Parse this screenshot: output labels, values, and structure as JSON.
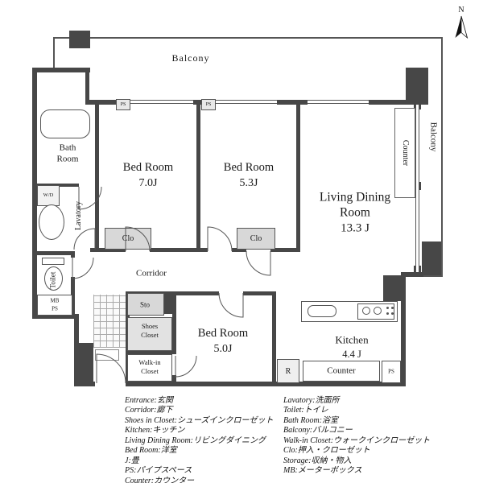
{
  "compass": {
    "label": "N"
  },
  "plan": {
    "balcony_top": "Balcony",
    "balcony_right": "Balcony",
    "counter_right": "Counter",
    "counter_bottom": "Counter",
    "bath_room": {
      "line1": "Bath",
      "line2": "Room"
    },
    "wd": "W/D",
    "lavatory": "Lavatory",
    "toilet": "Toilet",
    "mb": "MB",
    "ps_shaft": "PS",
    "ps_top1": "PS",
    "ps_top2": "PS",
    "ps_bottom": "PS",
    "bedroom1": {
      "name": "Bed Room",
      "size": "7.0J"
    },
    "bedroom2": {
      "name": "Bed Room",
      "size": "5.3J"
    },
    "bedroom3": {
      "name": "Bed Room",
      "size": "5.0J"
    },
    "living": {
      "line1": "Living Dining",
      "line2": "Room",
      "size": "13.3 J"
    },
    "kitchen": {
      "name": "Kitchen",
      "size": "4.4 J"
    },
    "clo1": "Clo",
    "clo2": "Clo",
    "corridor": "Corridor",
    "sto": "Sto",
    "shoes_closet": {
      "line1": "Shoes",
      "line2": "Closet"
    },
    "walkin_closet": {
      "line1": "Walk-in",
      "line2": "Closet"
    },
    "fridge": "R"
  },
  "legend": {
    "left": [
      "Entrance:玄関",
      "Corridor:廊下",
      "Shoes in Closet:シューズインクローゼット",
      "Kitchen:キッチン",
      "Living Dining Room:リビングダイニング",
      "Bed Room:洋室",
      "J:畳",
      "PS:パイプスペース",
      "Counter:カウンター"
    ],
    "right": [
      "Lavatory:洗面所",
      "Toilet:トイレ",
      "Bath Room:浴室",
      "Balcony:バルコニー",
      "Walk-in Closet:ウォークインクローゼット",
      "Clo:押入・クローゼット",
      "Storage:収納・物入",
      "MB:メーターボックス"
    ]
  },
  "colors": {
    "wall": "#474747",
    "line": "#555555",
    "closet_fill": "#d8d8d8"
  }
}
